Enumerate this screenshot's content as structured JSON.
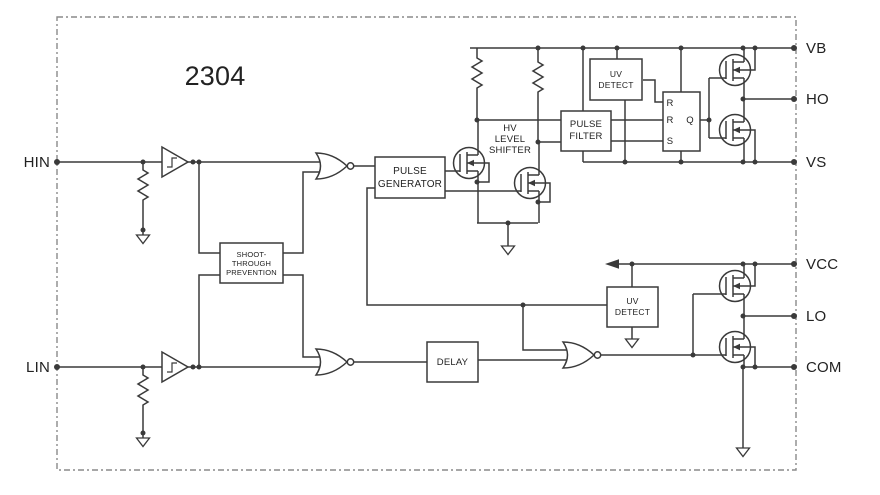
{
  "title": {
    "part_number": "2304"
  },
  "pins": {
    "hin": "HIN",
    "lin": "LIN",
    "vb": "VB",
    "ho": "HO",
    "vs": "VS",
    "vcc": "VCC",
    "lo": "LO",
    "com": "COM"
  },
  "blocks": {
    "shoot_through": {
      "lines": [
        "SHOOT-",
        "THROUGH",
        "PREVENTION"
      ]
    },
    "pulse_generator": {
      "lines": [
        "PULSE",
        "GENERATOR"
      ]
    },
    "hv_level_shifter": {
      "lines": [
        "HV",
        "LEVEL",
        "SHIFTER"
      ]
    },
    "pulse_filter": {
      "lines": [
        "PULSE",
        "FILTER"
      ]
    },
    "uv_detect_high": {
      "lines": [
        "UV",
        "DETECT"
      ]
    },
    "uv_detect_low": {
      "lines": [
        "UV",
        "DETECT"
      ]
    },
    "delay": {
      "lines": [
        "DELAY"
      ]
    }
  },
  "latch": {
    "input_top": "R",
    "input_mid": "R",
    "input_bot": "S",
    "output": "Q"
  },
  "colors": {
    "wire": "#3a3a3a",
    "text": "#222222",
    "border_dash": "#8a8a8a",
    "background": "#ffffff"
  }
}
